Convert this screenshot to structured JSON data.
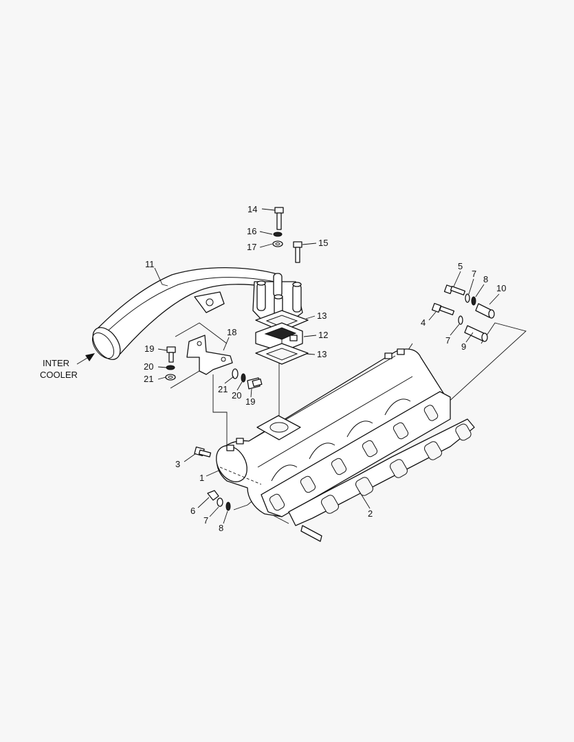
{
  "intercooler_label": {
    "line1": "INTER",
    "line2": "COOLER"
  },
  "callouts": [
    {
      "id": "c14",
      "number": "14"
    },
    {
      "id": "c16",
      "number": "16"
    },
    {
      "id": "c17",
      "number": "17"
    },
    {
      "id": "c15",
      "number": "15"
    },
    {
      "id": "c11",
      "number": "11"
    },
    {
      "id": "c13a",
      "number": "13"
    },
    {
      "id": "c12",
      "number": "12"
    },
    {
      "id": "c13b",
      "number": "13"
    },
    {
      "id": "c18",
      "number": "18"
    },
    {
      "id": "c19a",
      "number": "19"
    },
    {
      "id": "c20a",
      "number": "20"
    },
    {
      "id": "c21a",
      "number": "21"
    },
    {
      "id": "c21b",
      "number": "21"
    },
    {
      "id": "c20b",
      "number": "20"
    },
    {
      "id": "c19b",
      "number": "19"
    },
    {
      "id": "c5",
      "number": "5"
    },
    {
      "id": "c7a",
      "number": "7"
    },
    {
      "id": "c8a",
      "number": "8"
    },
    {
      "id": "c10",
      "number": "10"
    },
    {
      "id": "c4",
      "number": "4"
    },
    {
      "id": "c7b",
      "number": "7"
    },
    {
      "id": "c9",
      "number": "9"
    },
    {
      "id": "c3",
      "number": "3"
    },
    {
      "id": "c1",
      "number": "1"
    },
    {
      "id": "c6",
      "number": "6"
    },
    {
      "id": "c7c",
      "number": "7"
    },
    {
      "id": "c8b",
      "number": "8"
    },
    {
      "id": "c2",
      "number": "2"
    }
  ]
}
